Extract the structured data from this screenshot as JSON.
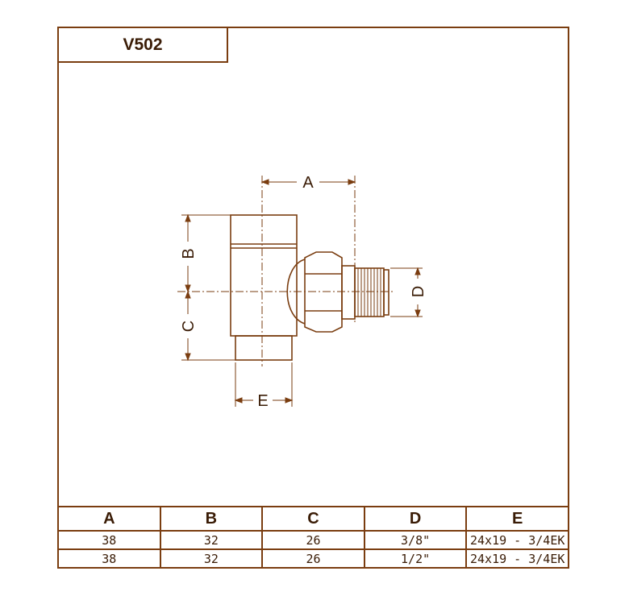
{
  "title": "V502",
  "drawing": {
    "dimension_labels": {
      "a": "A",
      "b": "B",
      "c": "C",
      "d": "D",
      "e": "E"
    }
  },
  "table": {
    "headers": [
      "A",
      "B",
      "C",
      "D",
      "E"
    ],
    "rows": [
      [
        "38",
        "32",
        "26",
        "3/8\"",
        "24x19 - 3/4EK"
      ],
      [
        "38",
        "32",
        "26",
        "1/2\"",
        "24x19 - 3/4EK"
      ]
    ]
  },
  "colors": {
    "line": "#7a3d10",
    "text": "#3a1c06",
    "background": "#ffffff"
  }
}
